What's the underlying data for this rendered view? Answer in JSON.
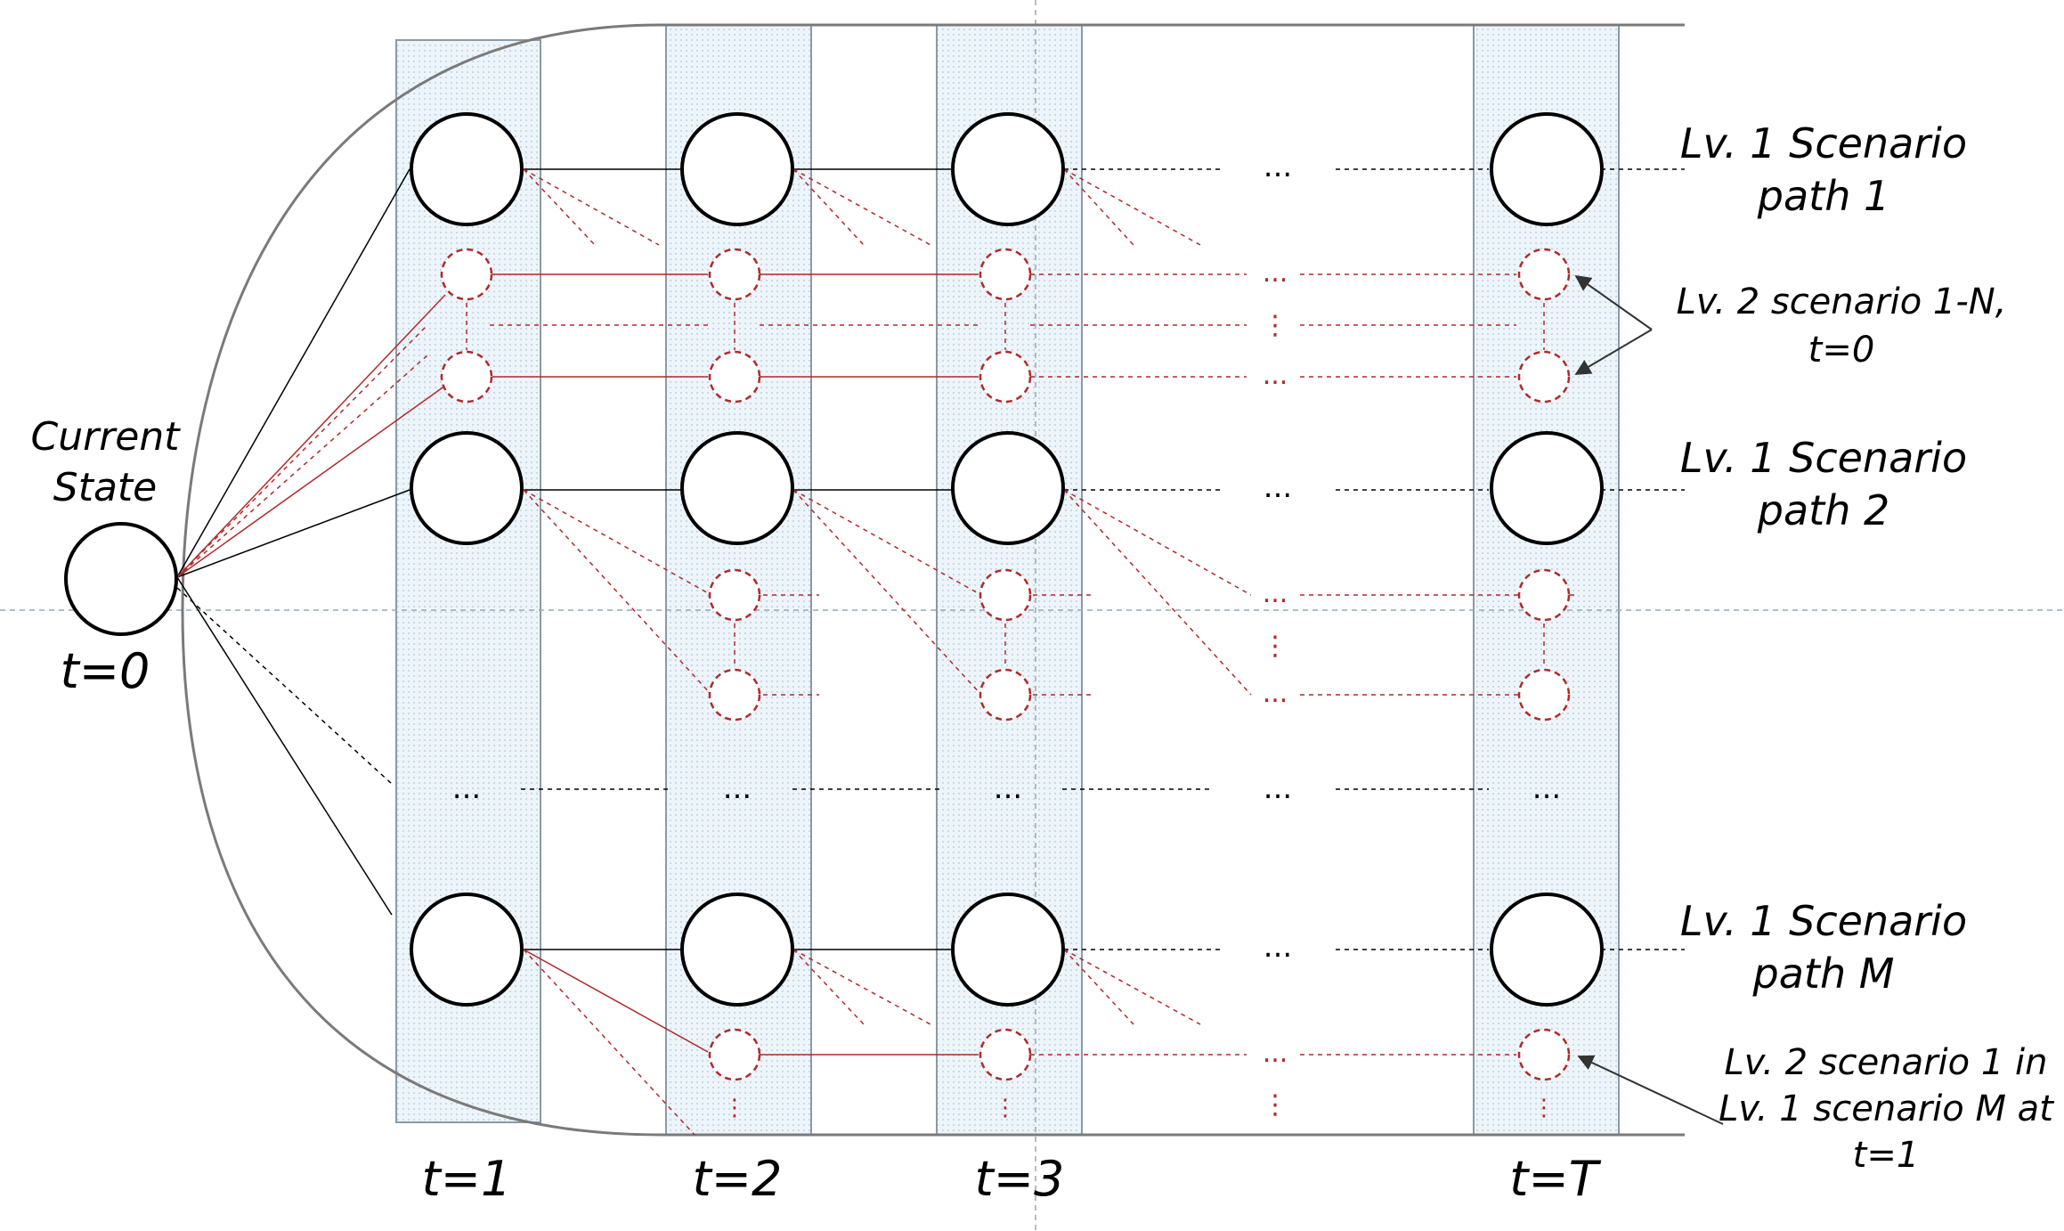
{
  "labels": {
    "current_line1": "Current",
    "current_line2": "State",
    "t0": "t=0",
    "t1": "t=1",
    "t2": "t=2",
    "t3": "t=3",
    "tT": "t=T",
    "path1_line1": "Lv. 1 Scenario",
    "path1_line2": "path 1",
    "path2_line1": "Lv. 1 Scenario",
    "path2_line2": "path 2",
    "pathM_line1": "Lv. 1 Scenario",
    "pathM_line2": "path M",
    "lv2_top_line1": "Lv. 2 scenario 1-N,",
    "lv2_top_line2": "t=0",
    "lv2_bot_line1": "Lv. 2 scenario 1 in",
    "lv2_bot_line2": "Lv. 1 scenario M at",
    "lv2_bot_line3": "t=1",
    "ellipsis": "...",
    "vdots": "⋮"
  },
  "colors": {
    "node_stroke": "#000000",
    "lv2_red": "#b02a2a",
    "column_fill": "#dbe9f2",
    "column_stroke": "#8a9aa6",
    "outline": "#7a7a7a",
    "guide": "#9aa7b0"
  }
}
